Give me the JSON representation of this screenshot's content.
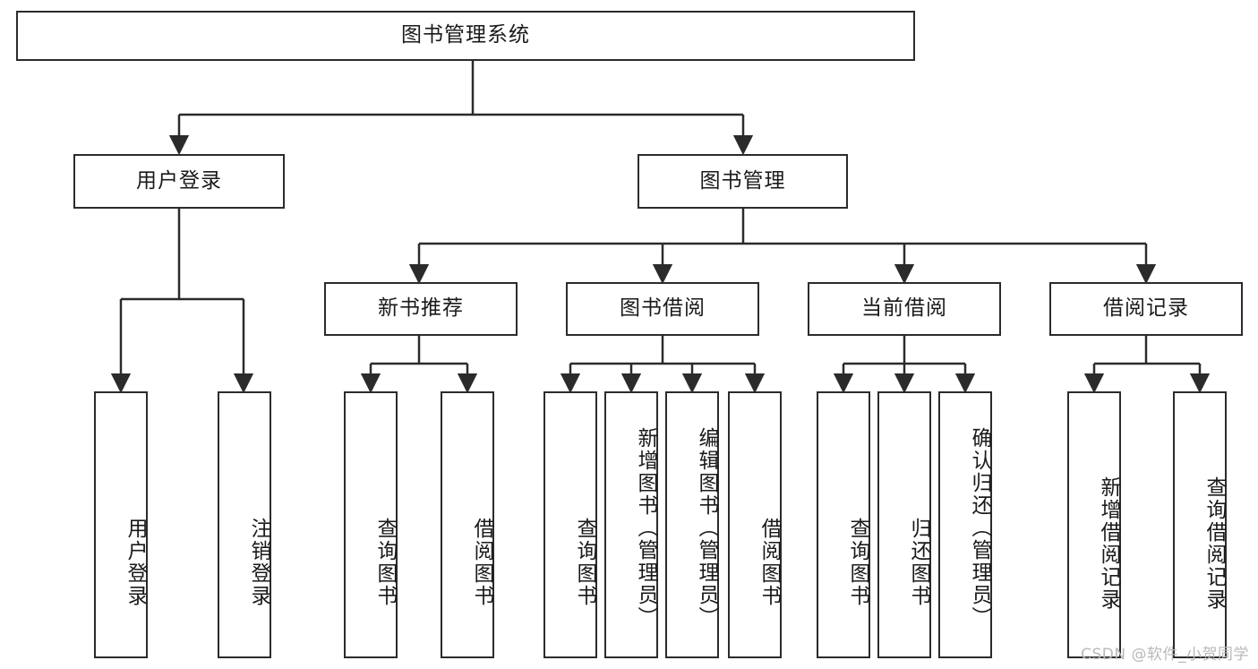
{
  "diagram": {
    "title": "图书管理系统",
    "watermark": "CSDN @软件_小贺同学",
    "accent_color": "#2b2b2b",
    "background_color": "#ffffff",
    "root": {
      "label": "图书管理系统"
    },
    "level2": [
      {
        "label": "用户登录"
      },
      {
        "label": "图书管理"
      }
    ],
    "level3": [
      {
        "label": "新书推荐"
      },
      {
        "label": "图书借阅"
      },
      {
        "label": "当前借阅"
      },
      {
        "label": "借阅记录"
      }
    ],
    "leaves": {
      "user_login": [
        {
          "label": "用户登录"
        },
        {
          "label": "注销登录"
        }
      ],
      "new_book_recommend": [
        {
          "label": "查询图书"
        },
        {
          "label": "借阅图书"
        }
      ],
      "book_borrow": [
        {
          "label": "查询图书"
        },
        {
          "label": "新增图书（管理员）"
        },
        {
          "label": "编辑图书（管理员）"
        },
        {
          "label": "借阅图书"
        }
      ],
      "current_borrow": [
        {
          "label": "查询图书"
        },
        {
          "label": "归还图书"
        },
        {
          "label": "确认归还（管理员）"
        }
      ],
      "borrow_record": [
        {
          "label": "新增借阅记录"
        },
        {
          "label": "查询借阅记录"
        }
      ]
    }
  }
}
